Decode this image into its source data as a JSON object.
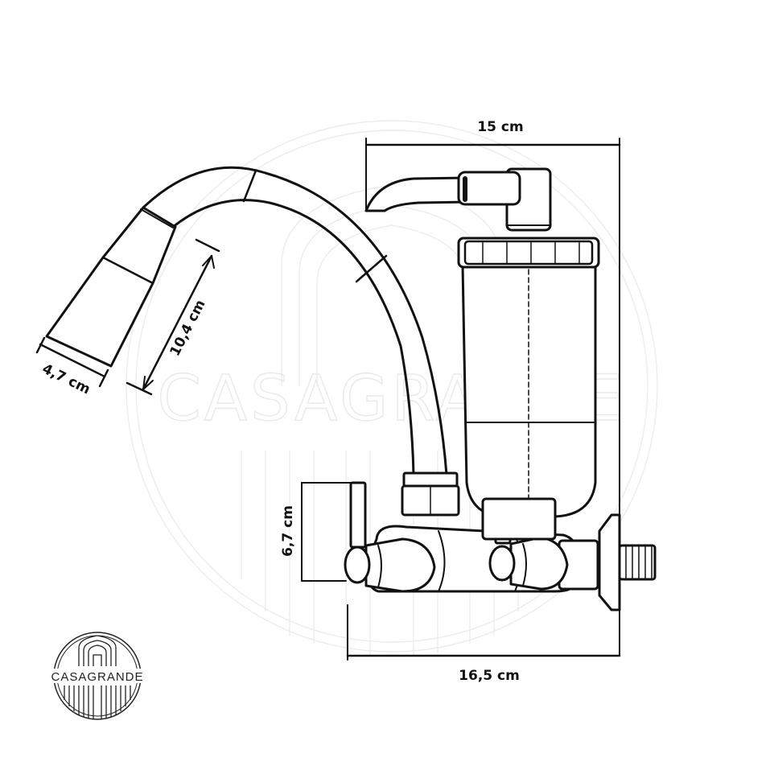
{
  "brand": "CASAGRANDE",
  "watermark_text": "CASAGRANDE",
  "colors": {
    "ink": "#111111",
    "watermark": "#ececec",
    "background": "#ffffff"
  },
  "dimensions": {
    "top_width": "15 cm",
    "spout_height": "10,4 cm",
    "spout_width": "4,7 cm",
    "handle_height": "6,7 cm",
    "base_width": "16,5 cm"
  }
}
